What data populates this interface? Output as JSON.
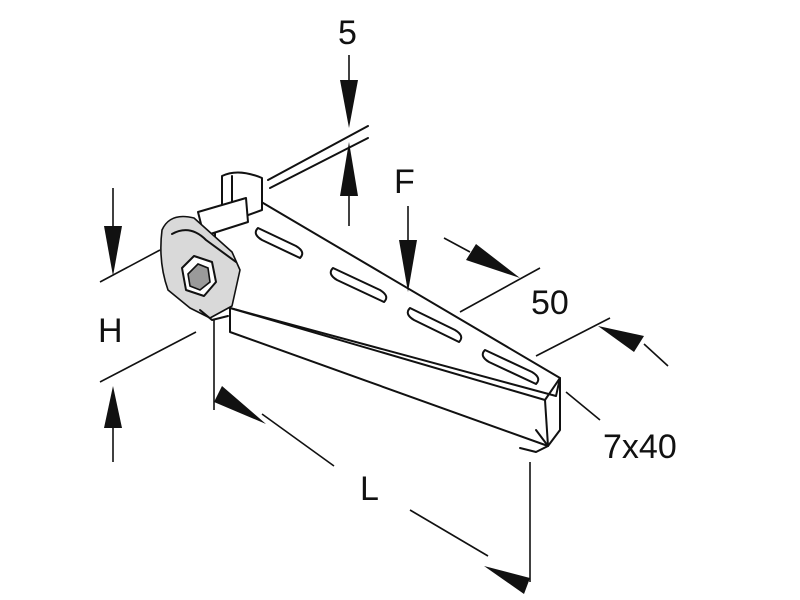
{
  "labels": {
    "thickness": "5",
    "force": "F",
    "width": "50",
    "height": "H",
    "slot": "7x40",
    "length": "L"
  }
}
